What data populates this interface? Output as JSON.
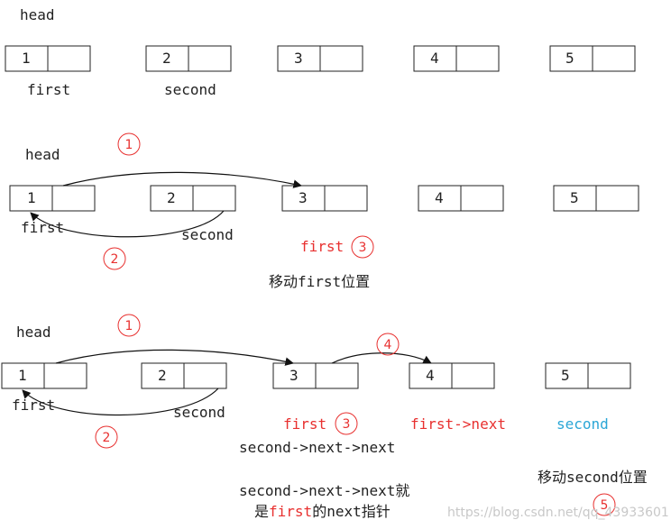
{
  "colors": {
    "highlight": "#e8302f",
    "second_highlight": "#2aa6d6",
    "stroke": "#222222"
  },
  "section1": {
    "head": "head",
    "nodes": [
      "1",
      "2",
      "3",
      "4",
      "5"
    ],
    "first": "first",
    "second": "second"
  },
  "section2": {
    "head": "head",
    "nodes": [
      "1",
      "2",
      "3",
      "4",
      "5"
    ],
    "step1": "1",
    "step2": "2",
    "step3": "3",
    "first": "first",
    "second": "second",
    "first_new": "first",
    "caption": "移动first位置"
  },
  "section3": {
    "head": "head",
    "nodes": [
      "1",
      "2",
      "3",
      "4",
      "5"
    ],
    "step1": "1",
    "step2": "2",
    "step3": "3",
    "step4": "4",
    "step5": "5",
    "first": "first",
    "second": "second",
    "first_new": "first",
    "first_next": "first->next",
    "second_new": "second",
    "expr1": "second->next->next",
    "expr2_a": "second->next->next就",
    "expr2_b_pre": "是",
    "expr2_b_first": "first",
    "expr2_b_post": "的next指针",
    "caption": "移动second位置"
  },
  "watermark": "https://blog.csdn.net/qq_43933601"
}
